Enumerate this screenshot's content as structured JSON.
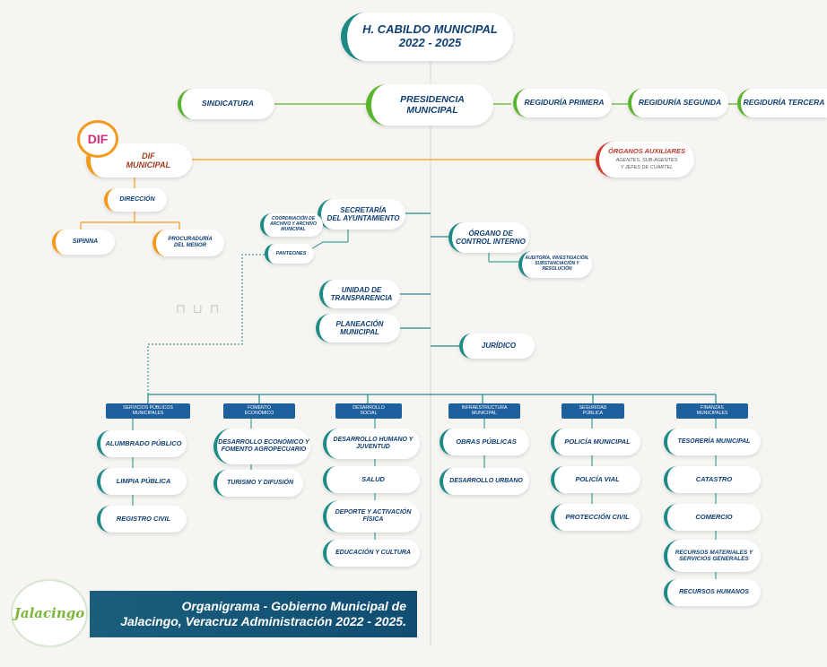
{
  "colors": {
    "teal": "#1d8a86",
    "green": "#5bb42e",
    "orange": "#f39a1e",
    "red": "#d43a2f",
    "navy_text": "#0f3e73",
    "header_blue": "#1e5f9e"
  },
  "top": {
    "line1": "H. CABILDO MUNICIPAL",
    "line2": "2022 - 2025"
  },
  "row1": {
    "sindicatura": "SINDICATURA",
    "presidencia_line1": "PRESIDENCIA",
    "presidencia_line2": "MUNICIPAL",
    "regiduria_primera": "REGIDURÍA PRIMERA",
    "regiduria_segunda": "REGIDURÍA SEGUNDA",
    "regiduria_tercera": "REGIDURÍA TERCERA"
  },
  "dif": {
    "logo_text": "DIF",
    "line1": "DIF",
    "line2": "MUNICIPAL",
    "direccion": "DIRECCIÓN",
    "sipinna": "SIPINNA",
    "procuraduria_line1": "PROCURADURÍA",
    "procuraduria_line2": "DEL MENOR"
  },
  "organos": {
    "title": "ÓRGANOS AUXILIARES",
    "sub1": "AGENTES, SUB-AGENTES",
    "sub2": "Y JEFES DE CUARTEL"
  },
  "secretaria": {
    "line1": "SECRETARÍA",
    "line2": "DEL AYUNTAMIENTO",
    "coordinacion": "COORDINACIÓN DE ARCHIVO Y ARCHIVO MUNICIPAL",
    "panteones": "PANTEONES"
  },
  "control": {
    "line1": "ÓRGANO DE",
    "line2": "CONTROL INTERNO",
    "auditoria": "AUDITORÍA, INVESTIGACIÓN, SUBSTANCIACIÓN Y RESOLUCIÓN"
  },
  "transparencia": {
    "line1": "UNIDAD DE",
    "line2": "TRANSPARENCIA"
  },
  "planeacion": {
    "line1": "PLANEACIÓN",
    "line2": "MUNICIPAL"
  },
  "juridico": "JURÍDICO",
  "columns": [
    {
      "header_line1": "SERVICIOS PÚBLICOS",
      "header_line2": "MUNICIPALES",
      "items": [
        "ALUMBRADO PÚBLICO",
        "LIMPIA PÚBLICA",
        "REGISTRO CIVIL"
      ]
    },
    {
      "header_line1": "FOMENTO",
      "header_line2": "ECONÓMICO",
      "items": [
        "DESARROLLO ECONÓMICO Y FOMENTO AGROPECUARIO",
        "TURISMO Y DIFUSIÓN"
      ]
    },
    {
      "header_line1": "DESARROLLO",
      "header_line2": "SOCIAL",
      "items": [
        "DESARROLLO HUMANO Y JUVENTUD",
        "SALUD",
        "DEPORTE Y ACTIVACIÓN FÍSICA",
        "EDUCACIÓN Y CULTURA"
      ]
    },
    {
      "header_line1": "INFRAESTRUCTURA",
      "header_line2": "MUNICIPAL",
      "items": [
        "OBRAS PÚBLICAS",
        "DESARROLLO URBANO"
      ]
    },
    {
      "header_line1": "SEGURIDAD",
      "header_line2": "PÚBLICA",
      "items": [
        "POLICÍA MUNICIPAL",
        "POLICÍA VIAL",
        "PROTECCIÓN CIVIL"
      ]
    },
    {
      "header_line1": "FINANZAS",
      "header_line2": "MUNICIPALES",
      "items": [
        "TESORERÍA MUNICIPAL",
        "CATASTRO",
        "COMERCIO",
        "RECURSOS MATERIALES Y SERVICIOS GENERALES",
        "RECURSOS HUMANOS"
      ]
    }
  ],
  "footer": {
    "line1": "Organigrama - Gobierno Municipal de",
    "line2": "Jalacingo, Veracruz Administración 2022 - 2025."
  },
  "logo_jalacingo": "Jalacingo"
}
